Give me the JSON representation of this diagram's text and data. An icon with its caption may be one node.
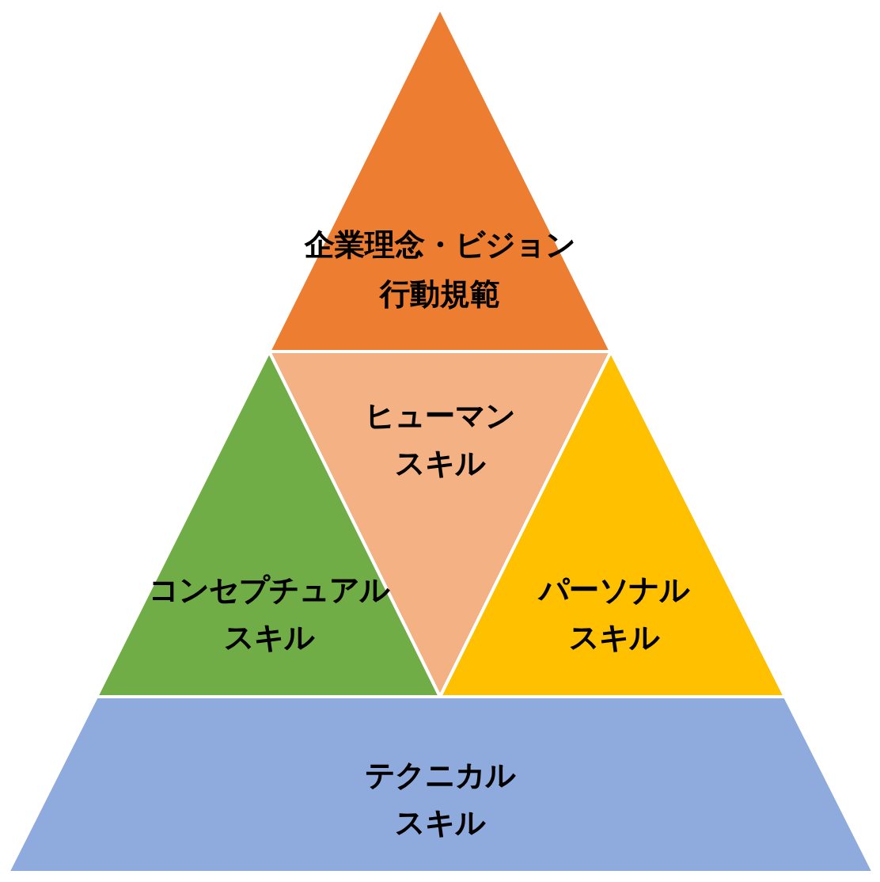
{
  "diagram": {
    "nodes": [
      {
        "text": [
          "企業理念・ビジョン",
          "行動規範"
        ]
      },
      {
        "text": [
          "ヒューマンスキル"
        ]
      },
      {
        "text": [
          "コンセプチュアルスキル"
        ]
      },
      {
        "text": [
          "パーソナルスキル"
        ]
      },
      {
        "text": [
          "テクニカルスキル"
        ]
      }
    ]
  }
}
